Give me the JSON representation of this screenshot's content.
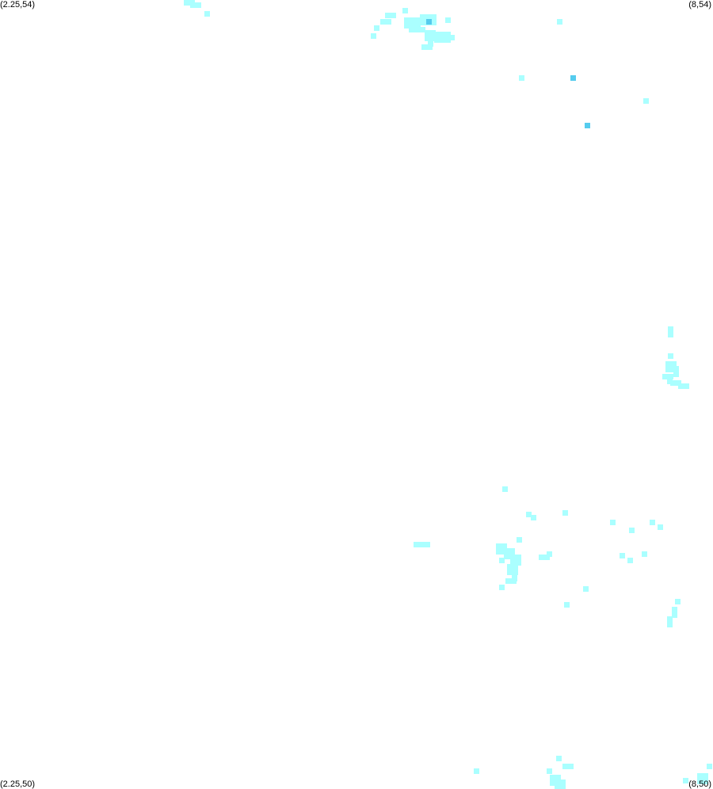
{
  "map": {
    "corner_labels": {
      "top_left": "(2.25,54)",
      "top_right": "(8,54)",
      "bottom_left": "(2.25,50)",
      "bottom_right": "(8,50)"
    },
    "bounds": {
      "lon_min": 2.25,
      "lon_max": 8,
      "lat_min": 50,
      "lat_max": 54
    },
    "colors": {
      "background": "#ffffff",
      "light": "#aaffff",
      "medium": "#99eeff",
      "dark": "#55ccee"
    }
  }
}
